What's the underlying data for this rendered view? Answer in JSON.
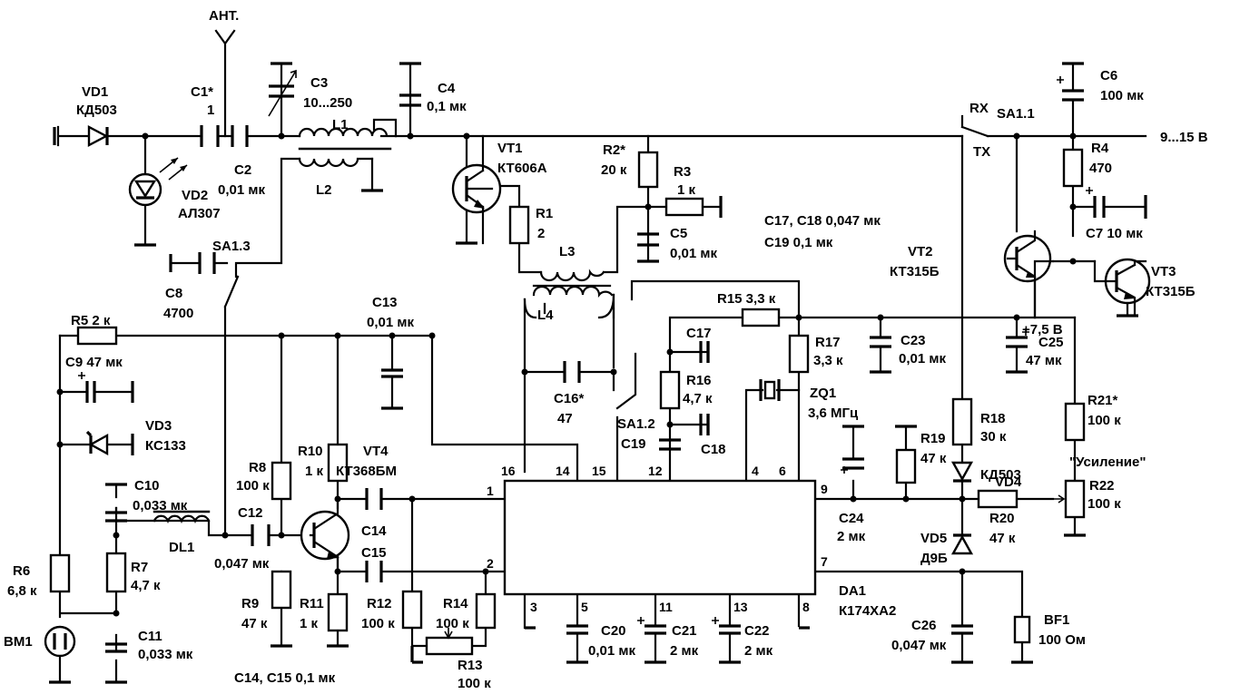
{
  "antenna": "АНТ.",
  "supply": "9...15 В",
  "rail_75": "+7,5 В",
  "gain": "\"Усиление\"",
  "notes": [
    "C17, C18  0,047 мк",
    "C19  0,1 мк",
    "C14, C15  0,1 мк"
  ],
  "components": {
    "VD1": [
      "VD1",
      "КД503"
    ],
    "VD2": [
      "VD2",
      "АЛ307"
    ],
    "VD3": [
      "VD3",
      "КС133"
    ],
    "VD4": [
      "VD4",
      "КД503"
    ],
    "VD5": [
      "VD5",
      "Д9Б"
    ],
    "C1": [
      "C1*",
      "1"
    ],
    "C2": [
      "C2",
      "0,01 мк"
    ],
    "C3": [
      "C3",
      "10...250"
    ],
    "C4": [
      "C4",
      "0,1 мк"
    ],
    "C5": [
      "C5",
      "0,01 мк"
    ],
    "C6": [
      "C6",
      "100 мк"
    ],
    "C7": [
      "C7 10 мк"
    ],
    "C8": [
      "C8",
      "4700"
    ],
    "C9": [
      "C9  47 мк"
    ],
    "C10": [
      "C10",
      "0,033 мк"
    ],
    "C11": [
      "C11",
      "0,033 мк"
    ],
    "C12": [
      "C12",
      "0,047 мк"
    ],
    "C13": [
      "C13",
      "0,01 мк"
    ],
    "C14": [
      "C14"
    ],
    "C15": [
      "C15"
    ],
    "C16": [
      "C16*",
      "47"
    ],
    "C17": [
      "C17"
    ],
    "C18": [
      "C18"
    ],
    "C19": [
      "C19"
    ],
    "C20": [
      "C20",
      "0,01 мк"
    ],
    "C21": [
      "C21",
      "2 мк"
    ],
    "C22": [
      "C22",
      "2 мк"
    ],
    "C23": [
      "C23",
      "0,01 мк"
    ],
    "C24": [
      "C24",
      "2 мк"
    ],
    "C25": [
      "C25",
      "47 мк"
    ],
    "C26": [
      "C26",
      "0,047 мк"
    ],
    "R1": [
      "R1",
      "2"
    ],
    "R2": [
      "R2*",
      "20 к"
    ],
    "R3": [
      "R3",
      "1 к"
    ],
    "R4": [
      "R4",
      "470"
    ],
    "R5": [
      "R5  2 к"
    ],
    "R6": [
      "R6",
      "6,8 к"
    ],
    "R7": [
      "R7",
      "4,7 к"
    ],
    "R8": [
      "R8",
      "100 к"
    ],
    "R9": [
      "R9",
      "47 к"
    ],
    "R10": [
      "R10",
      "1 к"
    ],
    "R11": [
      "R11",
      "1 к"
    ],
    "R12": [
      "R12",
      "100 к"
    ],
    "R13": [
      "R13",
      "100 к"
    ],
    "R14": [
      "R14",
      "100 к"
    ],
    "R15": [
      "R15  3,3 к"
    ],
    "R16": [
      "R16",
      "4,7 к"
    ],
    "R17": [
      "R17",
      "3,3 к"
    ],
    "R18": [
      "R18",
      "30 к"
    ],
    "R19": [
      "R19",
      "47 к"
    ],
    "R20": [
      "R20",
      "47 к"
    ],
    "R21": [
      "R21*",
      "100 к"
    ],
    "R22": [
      "R22",
      "100 к"
    ],
    "VT1": [
      "VT1",
      "КТ606А"
    ],
    "VT2": [
      "VT2",
      "КТ315Б"
    ],
    "VT3": [
      "VT3",
      "КТ315Б"
    ],
    "VT4": [
      "VT4",
      "КТ368БМ"
    ],
    "L1": [
      "L1"
    ],
    "L2": [
      "L2"
    ],
    "L3": [
      "L3"
    ],
    "L4": [
      "L4"
    ],
    "DL1": [
      "DL1"
    ],
    "ZQ1": [
      "ZQ1",
      "3,6 МГц"
    ],
    "SA11": [
      "SA1.1"
    ],
    "SA12": [
      "SA1.2"
    ],
    "SA13": [
      "SA1.3"
    ],
    "RX": [
      "RX"
    ],
    "TX": [
      "TX"
    ],
    "BM1": [
      "BM1"
    ],
    "BF1": [
      "BF1",
      "100 Ом"
    ],
    "DA1": [
      "DA1",
      "К174ХА2"
    ]
  },
  "ic_pins": [
    "16",
    "14",
    "15",
    "12",
    "4",
    "6",
    "1",
    "2",
    "9",
    "7",
    "3",
    "5",
    "11",
    "13",
    "8"
  ]
}
